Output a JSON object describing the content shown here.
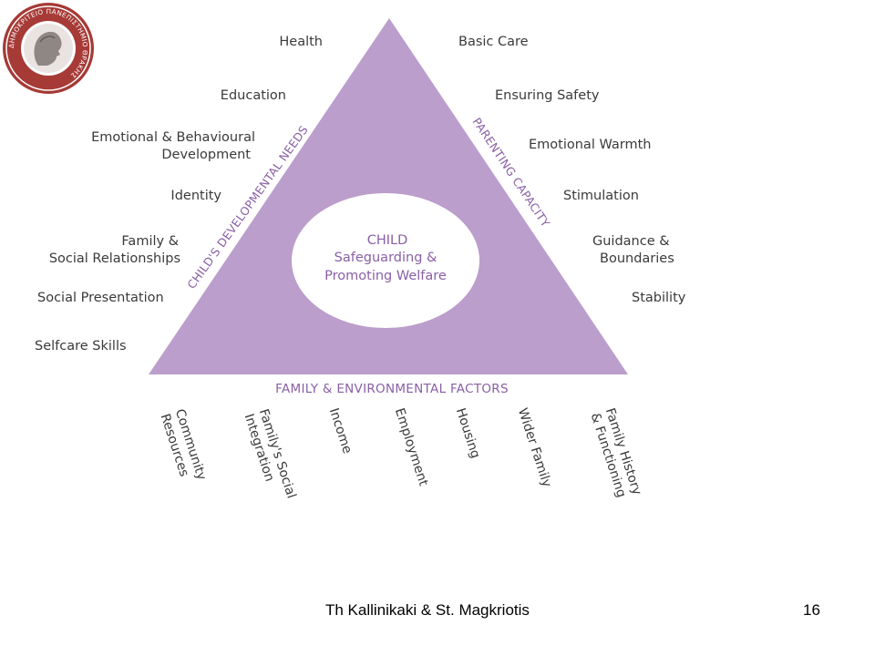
{
  "logo": {
    "text": "ΔΗΜΟΚΡΙΤΕΙΟ ΠΑΝΕΠΙΣΤΗΜΙΟ ΘΡΑΚΗΣ",
    "colors": {
      "outer": "#a63a36",
      "inner": "#ffffff"
    }
  },
  "diagram": {
    "center": {
      "line1": "CHILD",
      "line2": "Safeguarding &",
      "line3": "Promoting Welfare"
    },
    "sides": {
      "left": "CHILD'S DEVELOPMENTAL NEEDS",
      "right": "PARENTING CAPACITY",
      "bottom": "FAMILY & ENVIRONMENTAL FACTORS"
    },
    "left_items": [
      {
        "lines": [
          "Health"
        ]
      },
      {
        "lines": [
          "Education"
        ]
      },
      {
        "lines": [
          "Emotional & Behavioural",
          "Development"
        ]
      },
      {
        "lines": [
          "Identity"
        ]
      },
      {
        "lines": [
          "Family &",
          "Social Relationships"
        ]
      },
      {
        "lines": [
          "Social Presentation"
        ]
      },
      {
        "lines": [
          "Selfcare Skills"
        ]
      }
    ],
    "right_items": [
      {
        "lines": [
          "Basic Care"
        ]
      },
      {
        "lines": [
          "Ensuring Safety"
        ]
      },
      {
        "lines": [
          "Emotional Warmth"
        ]
      },
      {
        "lines": [
          "Stimulation"
        ]
      },
      {
        "lines": [
          "Guidance &",
          "Boundaries"
        ]
      },
      {
        "lines": [
          "Stability"
        ]
      }
    ],
    "bottom_items": [
      {
        "lines": [
          "Community",
          "Resources"
        ]
      },
      {
        "lines": [
          "Family's Social",
          "Integration"
        ]
      },
      {
        "lines": [
          "Income"
        ]
      },
      {
        "lines": [
          "Employment"
        ]
      },
      {
        "lines": [
          "Housing"
        ]
      },
      {
        "lines": [
          "Wider Family"
        ]
      },
      {
        "lines": [
          "Family History",
          "& Functioning"
        ]
      }
    ],
    "colors": {
      "triangle": "#bb9ecb",
      "ellipse": "#ffffff",
      "side_text": "#8a5fa6",
      "center_text": "#8a5fa6"
    }
  },
  "footer": {
    "authors": "Th Kallinikaki & St. Magkriotis",
    "page_number": "16"
  }
}
